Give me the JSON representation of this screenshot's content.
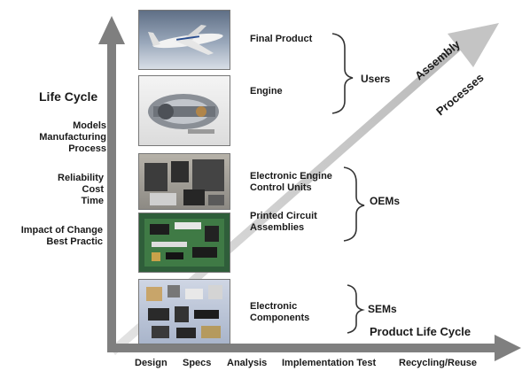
{
  "y_axis": {
    "title": "Life Cycle",
    "groups": [
      [
        "Models",
        "Manufacturing",
        "Process"
      ],
      [
        "Reliability",
        "Cost",
        "Time"
      ],
      [
        "Impact of Change",
        "Best Practic"
      ]
    ]
  },
  "x_axis": {
    "title": "Product Life Cycle",
    "stages": [
      "Design",
      "Specs",
      "Analysis",
      "Implementation Test",
      "Recycling/Reuse"
    ]
  },
  "diagonal_arrow": {
    "line1": "Assembly",
    "line2": "Processes"
  },
  "products": [
    {
      "lines": [
        "Final Product"
      ],
      "image": "airplane-photo"
    },
    {
      "lines": [
        "Engine"
      ],
      "image": "jet-engine-photo"
    },
    {
      "lines": [
        "Electronic Engine",
        "Control Units"
      ],
      "image": "control-units-photo"
    },
    {
      "lines": [
        "Printed Circuit",
        "Assemblies"
      ],
      "image": "circuit-board-photo"
    },
    {
      "lines": [
        "Electronic",
        "Components"
      ],
      "image": "electronic-components-photo"
    }
  ],
  "groups": [
    {
      "label": "Users"
    },
    {
      "label": "OEMs"
    },
    {
      "label": "SEMs"
    }
  ],
  "colors": {
    "arrow": "#7f7f7f",
    "diagonal_arrow": "#c8c8c8",
    "text": "#1a1a1a"
  }
}
